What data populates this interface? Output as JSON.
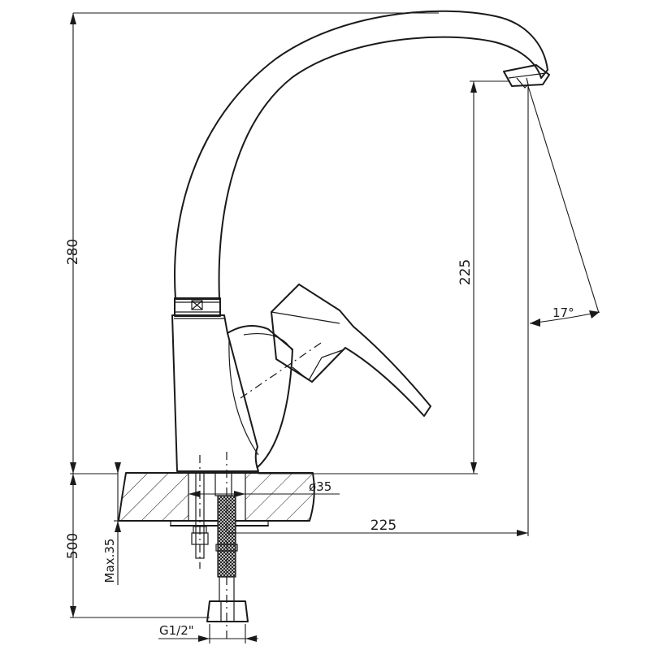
{
  "dimensions": {
    "total_height": "280",
    "spout_height": "225",
    "spout_reach": "225",
    "hose_length": "500",
    "max_deck_thickness": "Max.35",
    "hole_diameter": "ø35",
    "thread": "G1/2\"",
    "swing_angle": "17°"
  }
}
